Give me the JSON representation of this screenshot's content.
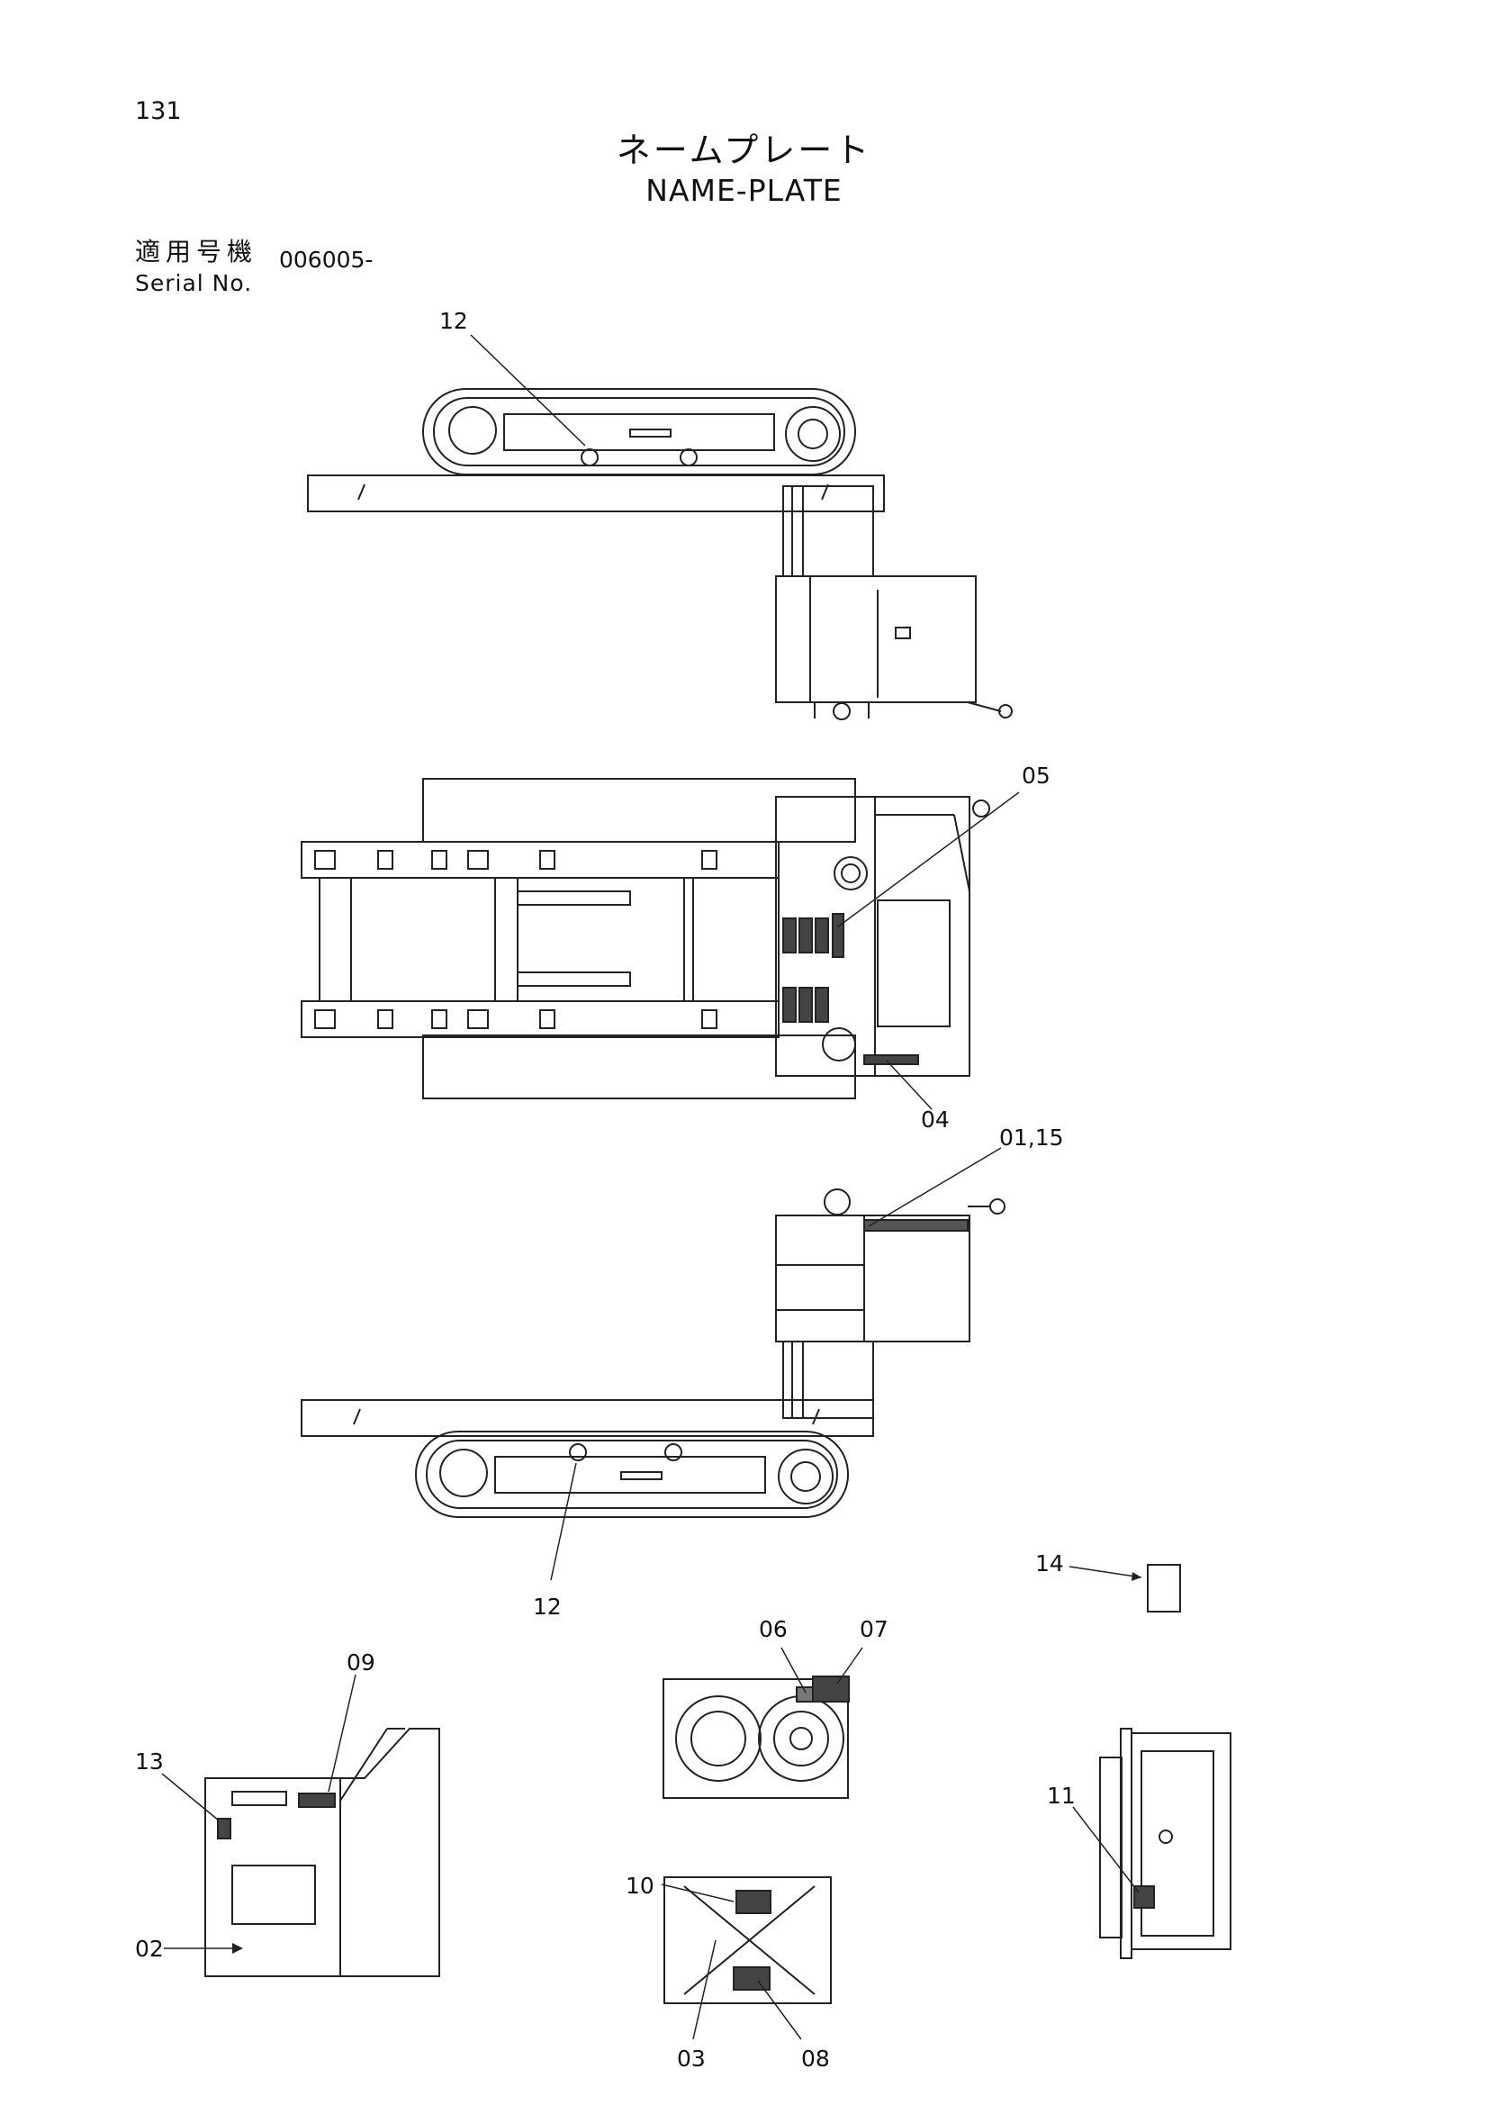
{
  "page_number": "131",
  "title_jp": "ネームプレート",
  "title_en": "NAME-PLATE",
  "serial": {
    "label_jp": "適用号機",
    "label_en": "Serial No.",
    "value": "006005-"
  },
  "callouts": {
    "c12_top": "12",
    "c05": "05",
    "c04": "04",
    "c01_15": "01,15",
    "c12_bottom": "12",
    "c14": "14",
    "c06": "06",
    "c07": "07",
    "c09": "09",
    "c13": "13",
    "c02": "02",
    "c10": "10",
    "c03": "03",
    "c08": "08",
    "c11": "11"
  }
}
